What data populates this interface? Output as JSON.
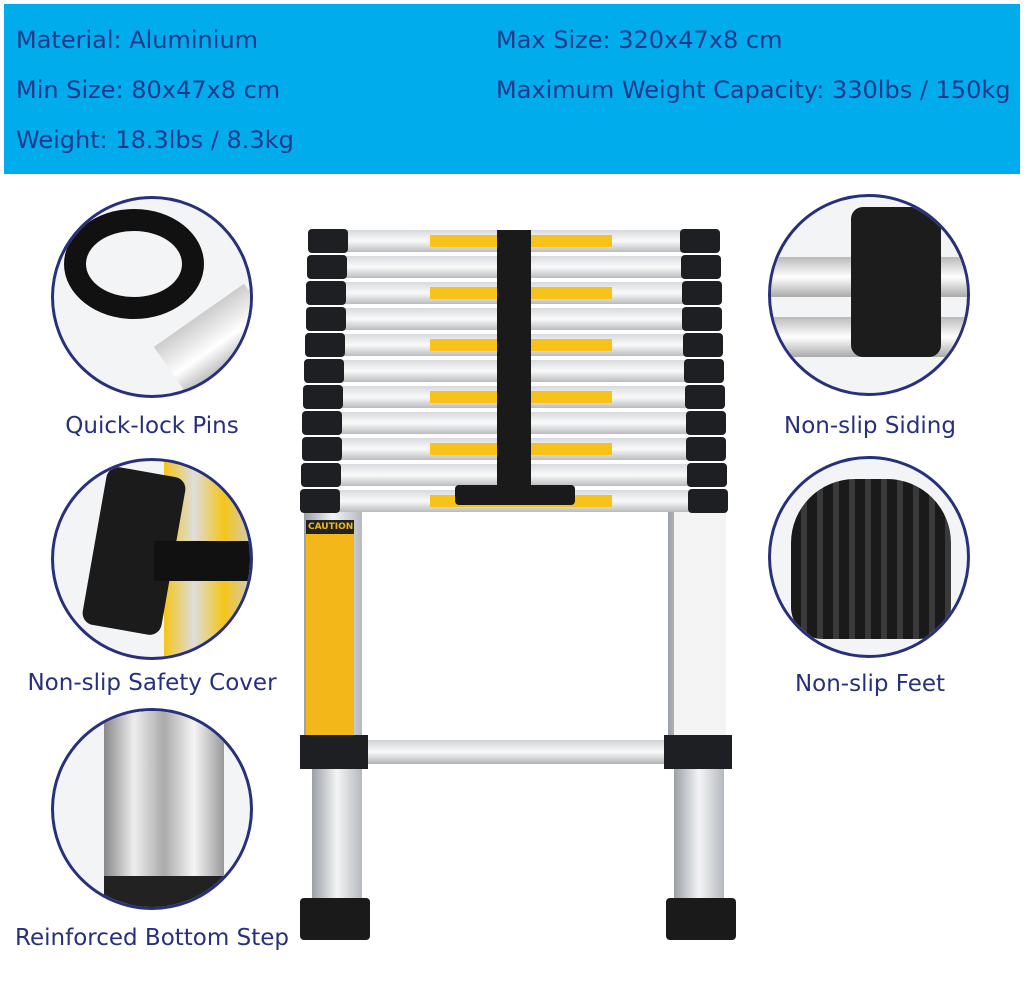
{
  "specs": {
    "material": "Material: Aluminium",
    "min_size": "Min Size: 80x47x8 cm",
    "weight": "Weight: 18.3lbs / 8.3kg",
    "max_size": "Max Size: 320x47x8 cm",
    "capacity": "Maximum Weight Capacity: 330lbs / 150kg"
  },
  "features": [
    {
      "label": "Quick-lock Pins"
    },
    {
      "label": "Non-slip Safety Cover"
    },
    {
      "label": "Reinforced Bottom Step"
    },
    {
      "label": "Non-slip Siding"
    },
    {
      "label": "Non-slip Feet"
    }
  ],
  "sticker": {
    "caution": "CAUTION"
  },
  "colors": {
    "banner": "#01acec",
    "text": "#1f3a8c"
  }
}
